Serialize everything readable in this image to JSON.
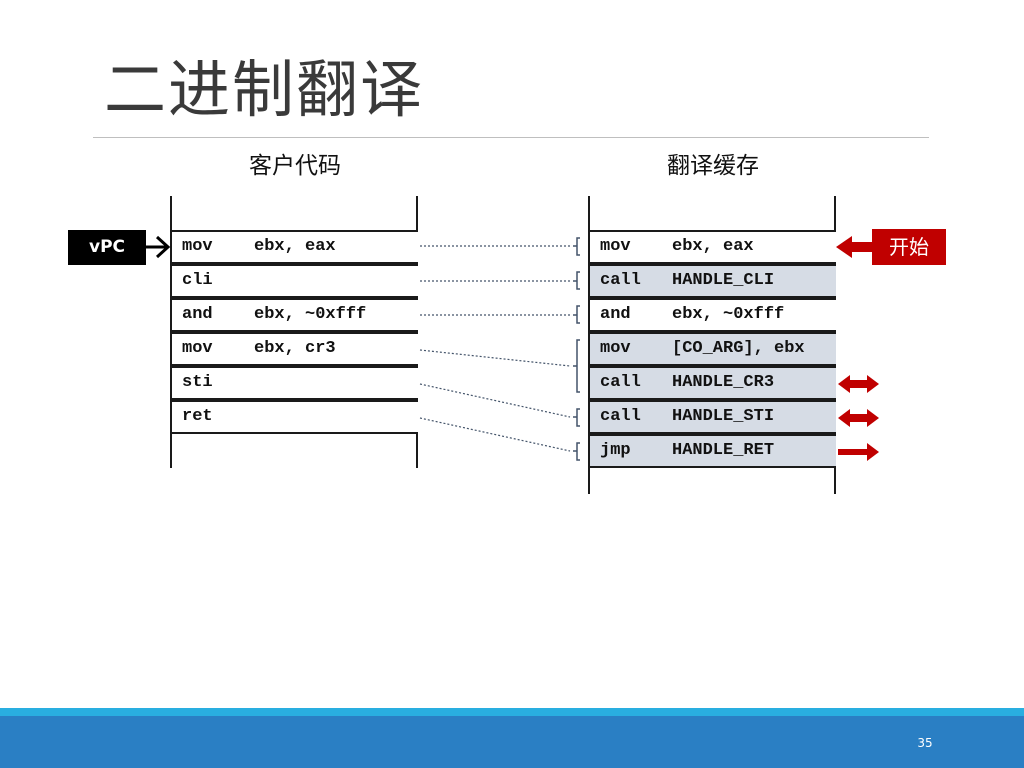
{
  "title": "二进制翻译",
  "guest_code": {
    "heading": "客户代码",
    "rows": [
      {
        "op": "mov",
        "args": "ebx, eax"
      },
      {
        "op": "cli",
        "args": ""
      },
      {
        "op": "and",
        "args": "ebx, ~0xfff"
      },
      {
        "op": "mov",
        "args": "ebx, cr3"
      },
      {
        "op": "sti",
        "args": ""
      },
      {
        "op": "ret",
        "args": ""
      }
    ]
  },
  "translation_cache": {
    "heading": "翻译缓存",
    "rows": [
      {
        "op": "mov",
        "args": "ebx, eax"
      },
      {
        "op": "call",
        "args": "HANDLE_CLI"
      },
      {
        "op": "and",
        "args": "ebx, ~0xfff"
      },
      {
        "op": "mov",
        "args": "[CO_ARG], ebx"
      },
      {
        "op": "call",
        "args": "HANDLE_CR3"
      },
      {
        "op": "call",
        "args": "HANDLE_STI"
      },
      {
        "op": "jmp",
        "args": "HANDLE_RET"
      }
    ]
  },
  "vpc_label": "vPC",
  "start_label": "开始",
  "page_number": "35",
  "colors": {
    "accent_red": "#c00000",
    "cache_fill": "#d6dce5",
    "connector": "#44546a",
    "footer_blue": "#2a7fc4",
    "footer_strip": "#29aee0"
  }
}
